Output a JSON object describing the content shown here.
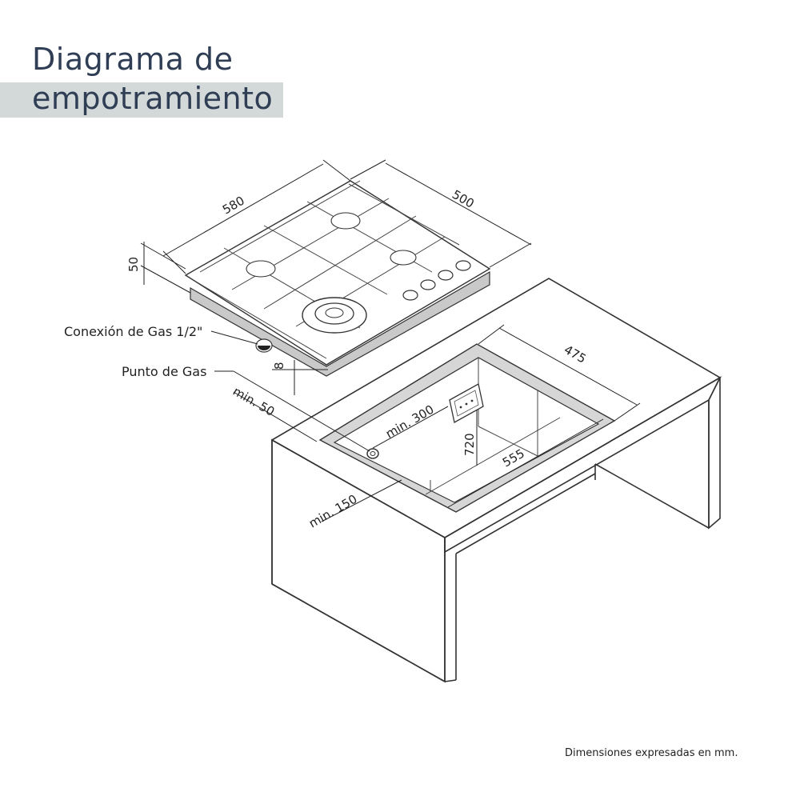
{
  "title": {
    "line1": "Diagrama de",
    "line2": "empotramiento"
  },
  "labels": {
    "gas_connection": "Conexión de Gas 1/2\"",
    "gas_point": "Punto de Gas"
  },
  "dimensions": {
    "hob_width": "580",
    "hob_depth": "500",
    "hob_height": "50",
    "gas_offset": "8",
    "min_back": "min. 50",
    "min_side": "min. 300",
    "min_front": "min. 150",
    "cutout_depth": "475",
    "cutout_width": "555",
    "socket_height": "720"
  },
  "footnote": "Dimensiones expresadas en mm.",
  "colors": {
    "title": "#2f3e55",
    "title_band": "#d3d9d9",
    "lines": "#333333",
    "hob_side": "#c9c9c9",
    "cutout_inner": "#d6d6d6"
  }
}
